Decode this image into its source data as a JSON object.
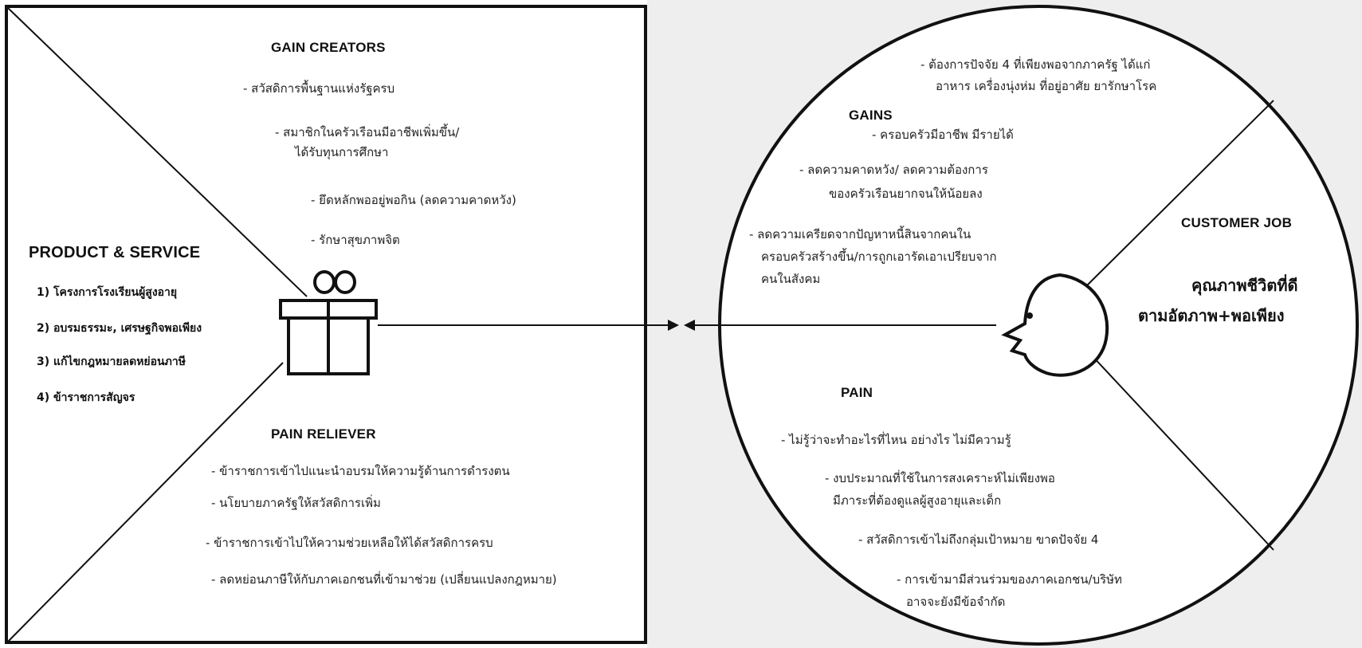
{
  "colors": {
    "right_background": "#eeeeee",
    "circle_fill": "#ffffff",
    "stroke": "#111111",
    "text": "#222222"
  },
  "icons": {
    "gift": "gift-icon",
    "face": "customer-face-icon",
    "arrow": "arrow-left-icon"
  },
  "value_map": {
    "gain_creators": {
      "title": "GAIN CREATORS",
      "items": [
        "- สวัสดิการพื้นฐานแห่งรัฐครบ",
        "-   สมาชิกในครัวเรือนมีอาชีพเพิ่มขึ้น/",
        "ได้รับทุนการศึกษา",
        "-   ยึดหลักพออยู่พอกิน (ลดความคาดหวัง)",
        "-   รักษาสุขภาพจิต"
      ]
    },
    "product_service": {
      "title": "PRODUCT & SERVICE",
      "items": [
        "1) โครงการโรงเรียนผู้สูงอายุ",
        "2) อบรมธรรมะ, เศรษฐกิจพอเพียง",
        "3) แก้ไขกฎหมายลดหย่อนภาษี",
        "4) ข้าราชการสัญจร"
      ]
    },
    "pain_reliever": {
      "title": "PAIN RELIEVER",
      "items": [
        "-  ข้าราชการเข้าไปแนะนำอบรมให้ความรู้ด้านการดำรงตน",
        "-  นโยบายภาครัฐให้สวัสดิการเพิ่ม",
        "- ข้าราชการเข้าไปให้ความช่วยเหลือให้ได้สวัสดิการครบ",
        "-  ลดหย่อนภาษีให้กับภาคเอกชนที่เข้ามาช่วย (เปลี่ยนแปลงกฎหมาย)"
      ]
    }
  },
  "customer_profile": {
    "gains": {
      "title": "GAINS",
      "items": [
        "- ต้องการปัจจัย 4 ที่เพียงพอจากภาครัฐ ได้แก่",
        "อาหาร เครื่องนุ่งห่ม ที่อยู่อาศัย ยารักษาโรค",
        "-  ครอบครัวมีอาชีพ มีรายได้",
        "-   ลดความคาดหวัง/ ลดความต้องการ",
        "ของครัวเรือนยากจนให้น้อยลง",
        "- ลดความเครียดจากปัญหาหนี้สินจากคนใน",
        "ครอบครัวสร้างขึ้น/การถูกเอารัดเอาเปรียบจาก",
        "คนในสังคม"
      ]
    },
    "customer_job": {
      "title": "CUSTOMER JOB",
      "lines": [
        "คุณภาพชีวิตที่ดี",
        "ตามอัตภาพ+พอเพียง"
      ]
    },
    "pain": {
      "title": "PAIN",
      "items": [
        "-  ไม่รู้ว่าจะทำอะไรที่ไหน อย่างไร ไม่มีความรู้",
        "-   งบประมาณที่ใช้ในการสงเคราะห์ไม่เพียงพอ",
        "มีภาระที่ต้องดูแลผู้สูงอายุและเด็ก",
        "-  สวัสดิการเข้าไม่ถึงกลุ่มเป้าหมาย ขาดปัจจัย 4",
        "-  การเข้ามามีส่วนร่วมของภาคเอกชน/บริษัท",
        "อาจจะยังมีข้อจำกัด"
      ]
    }
  }
}
